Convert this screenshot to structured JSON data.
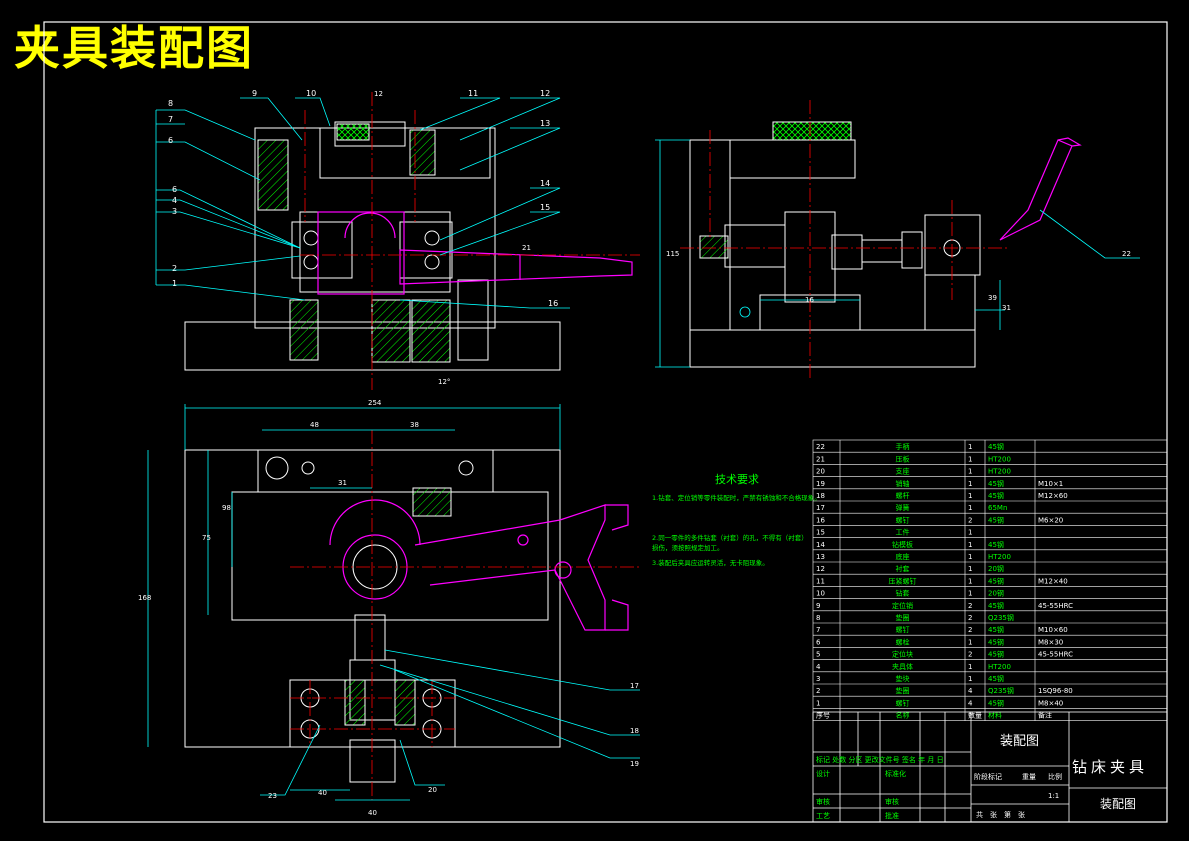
{
  "title": "夹具装配图",
  "balloons": {
    "front": [
      "8",
      "7",
      "6",
      "6",
      "4",
      "3",
      "2",
      "1",
      "9",
      "10",
      "11",
      "12",
      "13",
      "14",
      "15",
      "16"
    ],
    "right": [
      "22"
    ],
    "bottom": [
      "17",
      "18",
      "19",
      "20",
      "23"
    ]
  },
  "dimensions": {
    "top_a": "12",
    "side_v": "21",
    "angle": "12°",
    "right_h": "115",
    "right_b": "16",
    "right_c": "31",
    "right_d": "39",
    "plan_overall": "254",
    "plan_l1": "48",
    "plan_l2": "38",
    "plan_l3": "31",
    "plan_v1": "168",
    "plan_v2": "75",
    "plan_v3": "98",
    "plan_b1": "40",
    "plan_b2": "40"
  },
  "tech": {
    "heading": "技术要求",
    "lines": [
      "1.钻套、定位销等零件装配时，严禁有锈蚀和不合格现象。",
      "2.同一零件的多件钻套（衬套）的孔，不得有（衬套）",
      "  损伤，须按照规定加工。",
      "3.装配后夹具应运转灵活，无卡阻现象。"
    ]
  },
  "bom": {
    "rows": [
      {
        "no": "22",
        "name": "手柄",
        "qty": "1",
        "mat": "45钢",
        "note": ""
      },
      {
        "no": "21",
        "name": "压板",
        "qty": "1",
        "mat": "HT200",
        "note": ""
      },
      {
        "no": "20",
        "name": "支座",
        "qty": "1",
        "mat": "HT200",
        "note": ""
      },
      {
        "no": "19",
        "name": "销轴",
        "qty": "1",
        "mat": "45钢",
        "note": "M10×1"
      },
      {
        "no": "18",
        "name": "螺杆",
        "qty": "1",
        "mat": "45钢",
        "note": "M12×60"
      },
      {
        "no": "17",
        "name": "弹簧",
        "qty": "1",
        "mat": "65Mn",
        "note": ""
      },
      {
        "no": "16",
        "name": "螺钉",
        "qty": "2",
        "mat": "45钢",
        "note": "M6×20"
      },
      {
        "no": "15",
        "name": "工件",
        "qty": "1",
        "mat": "",
        "note": ""
      },
      {
        "no": "14",
        "name": "钻模板",
        "qty": "1",
        "mat": "45钢",
        "note": ""
      },
      {
        "no": "13",
        "name": "底座",
        "qty": "1",
        "mat": "HT200",
        "note": ""
      },
      {
        "no": "12",
        "name": "衬套",
        "qty": "1",
        "mat": "20钢",
        "note": ""
      },
      {
        "no": "11",
        "name": "压紧螺钉",
        "qty": "1",
        "mat": "45钢",
        "note": "M12×40"
      },
      {
        "no": "10",
        "name": "钻套",
        "qty": "1",
        "mat": "20钢",
        "note": ""
      },
      {
        "no": "9",
        "name": "定位销",
        "qty": "2",
        "mat": "45钢",
        "note": "45-55HRC"
      },
      {
        "no": "8",
        "name": "垫圈",
        "qty": "2",
        "mat": "Q235钢",
        "note": ""
      },
      {
        "no": "7",
        "name": "螺钉",
        "qty": "2",
        "mat": "45钢",
        "note": "M10×60"
      },
      {
        "no": "6",
        "name": "螺栓",
        "qty": "1",
        "mat": "45钢",
        "note": "M8×30"
      },
      {
        "no": "5",
        "name": "定位块",
        "qty": "2",
        "mat": "45钢",
        "note": "45-55HRC"
      },
      {
        "no": "4",
        "name": "夹具体",
        "qty": "1",
        "mat": "HT200",
        "note": ""
      },
      {
        "no": "3",
        "name": "垫块",
        "qty": "1",
        "mat": "45钢",
        "note": ""
      },
      {
        "no": "2",
        "name": "垫圈",
        "qty": "4",
        "mat": "Q235钢",
        "note": "1SQ96-80"
      },
      {
        "no": "1",
        "name": "螺钉",
        "qty": "4",
        "mat": "45钢",
        "note": "M8×40"
      }
    ],
    "header": {
      "no": "序号",
      "name": "名称",
      "qty": "数量",
      "mat": "材料",
      "note": "备注"
    }
  },
  "titleblock": {
    "drawing_name": "装配图",
    "product": "钻床夹具",
    "sheet_name": "装配图",
    "row_marks": "标记 处数 分区 更改文件号 签名 年 月 日",
    "design": "设计",
    "standard": "标准化",
    "check": "审核",
    "process": "工艺",
    "review": "审核",
    "approve": "批准",
    "stage": "阶段标记",
    "weight": "重量",
    "scale_label": "比例",
    "scale": "1:1",
    "sheets": "共　张　第　张"
  },
  "colors": {
    "frame": "#ffffff",
    "title": "#ffff00",
    "part": "#ffffff",
    "center": "#ff0000",
    "dim": "#00ffff",
    "workpiece": "#ff00ff",
    "hatch": "#00ff00",
    "bom_text": "#00ff00",
    "bom_row": "#ffffff"
  }
}
